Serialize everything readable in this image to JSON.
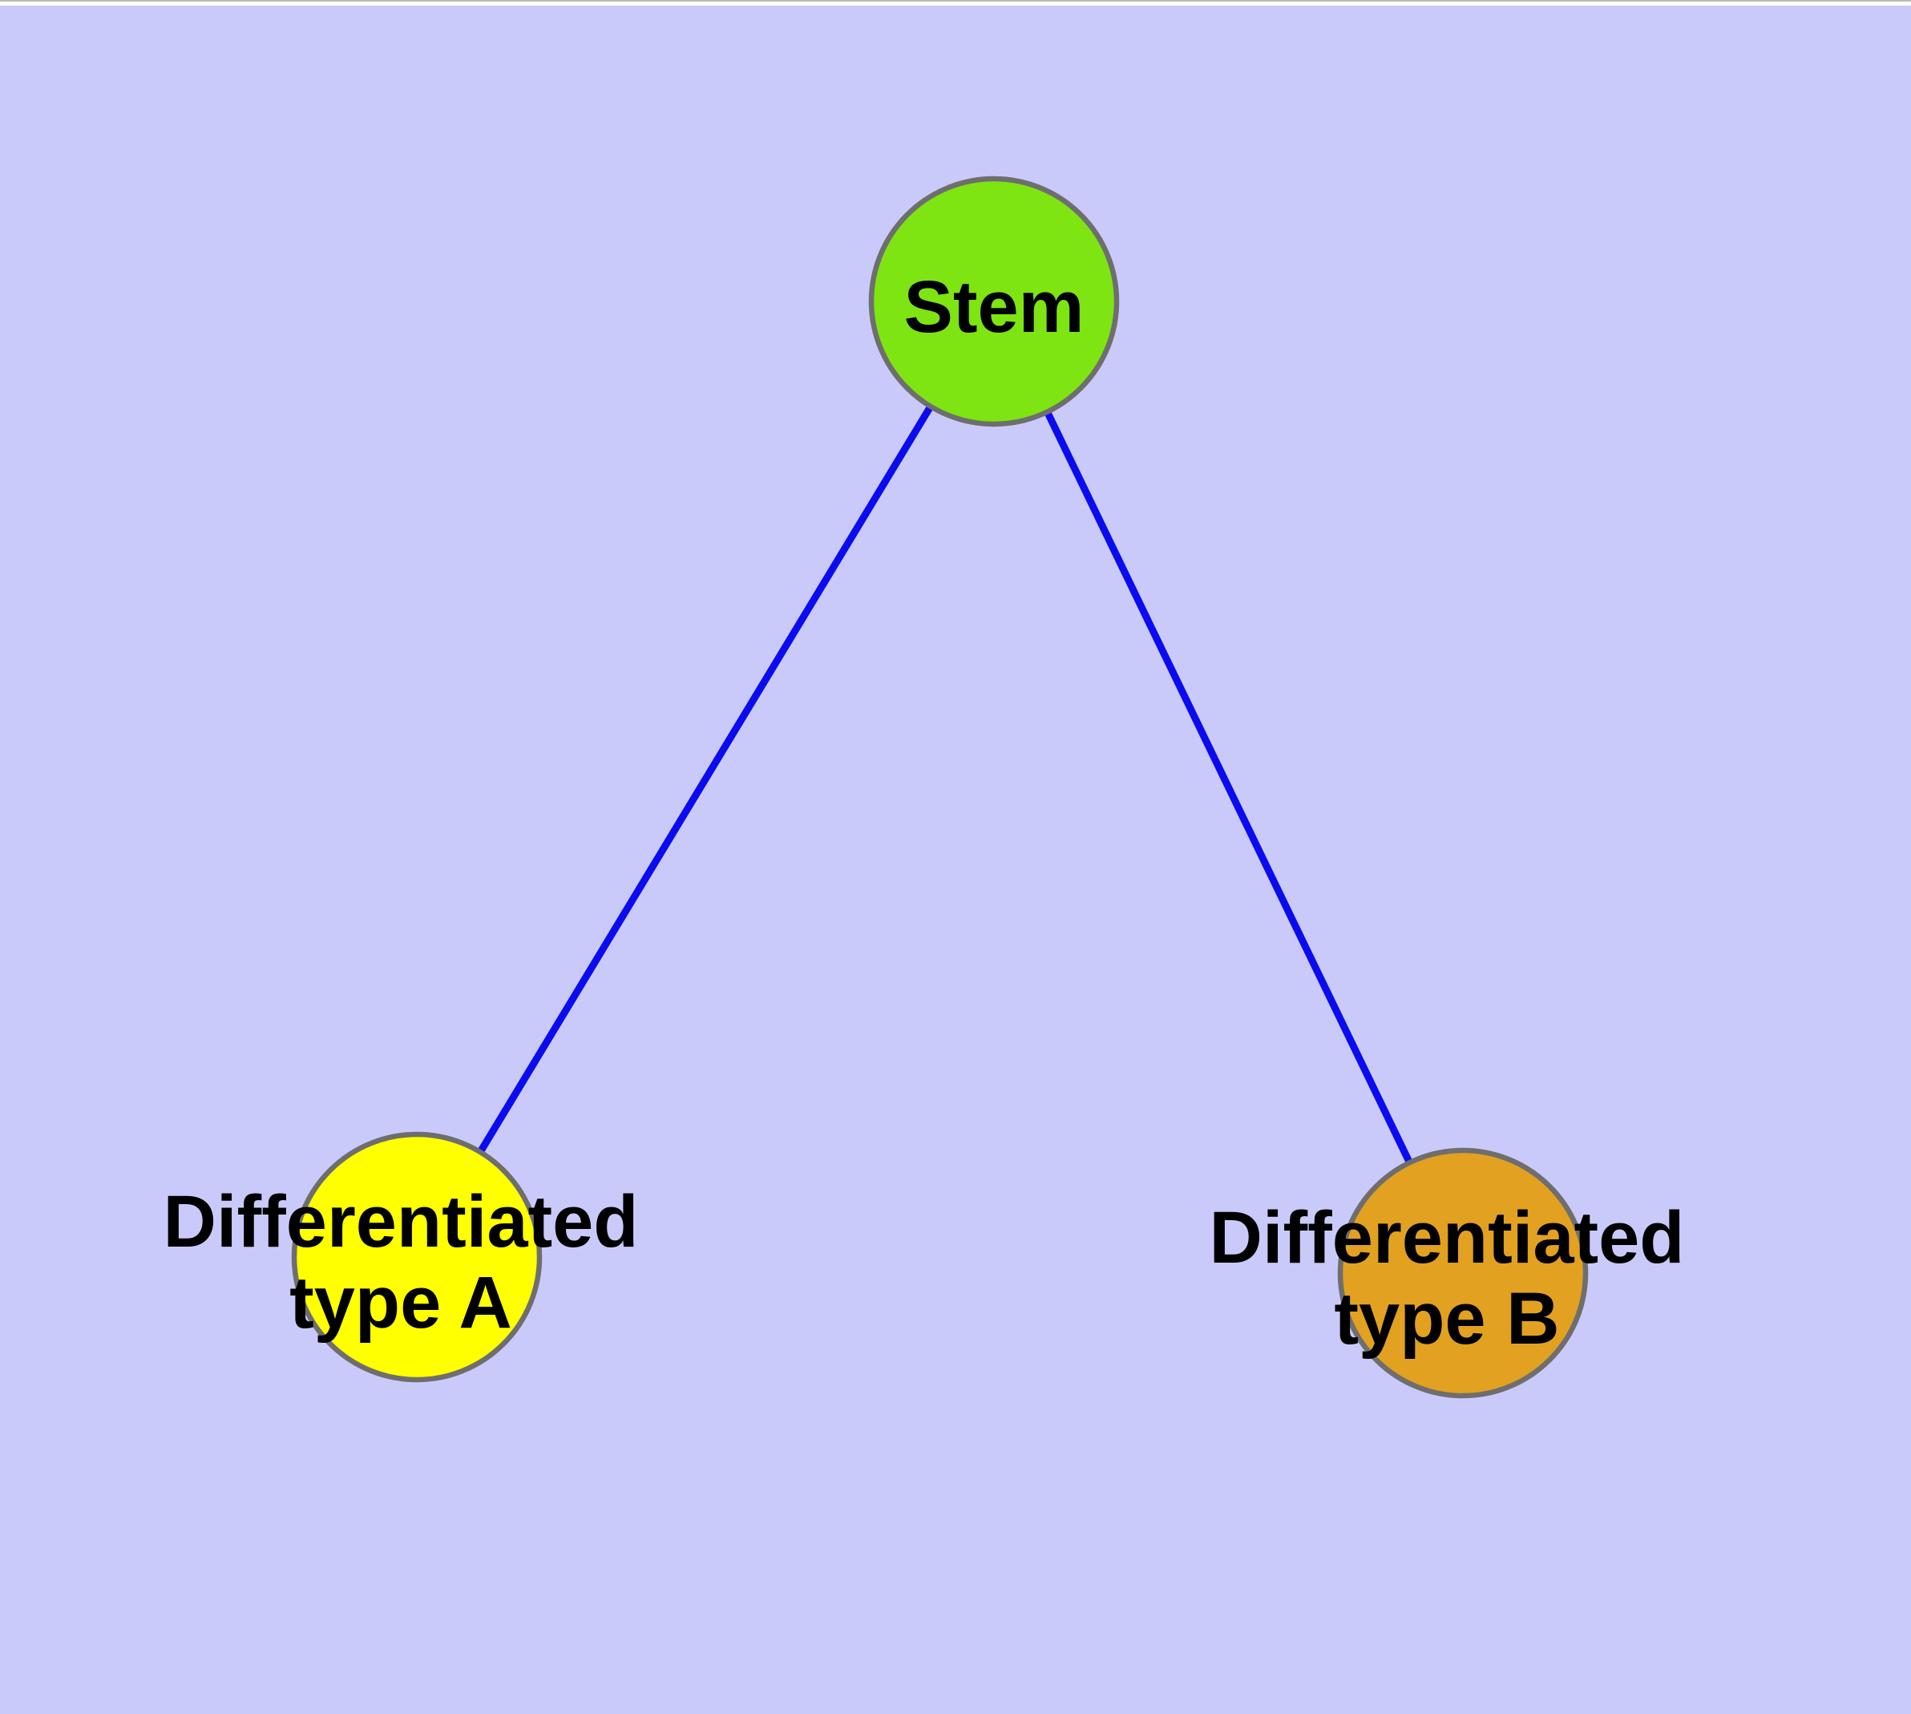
{
  "diagram": {
    "type": "node-link-tree",
    "background_color": "#CACAFA",
    "top_strip_color": "#FFFFFF",
    "top_strip_border_color": "#BBBBBB",
    "edge_color": "#0B0BF0",
    "node_border_color": "#6E6E6E",
    "label_color": "#000000",
    "nodes": [
      {
        "id": "stem",
        "label": "Stem",
        "fill": "#7EE412"
      },
      {
        "id": "differentiated-type-a",
        "label_line1": "Differentiated",
        "label_line2": "type A",
        "fill": "#FFFF00"
      },
      {
        "id": "differentiated-type-b",
        "label_line1": "Differentiated",
        "label_line2": "type B",
        "fill": "#E2A120"
      }
    ],
    "edges": [
      {
        "from": "Stem",
        "to": "Differentiated type A"
      },
      {
        "from": "Stem",
        "to": "Differentiated type B"
      }
    ]
  }
}
